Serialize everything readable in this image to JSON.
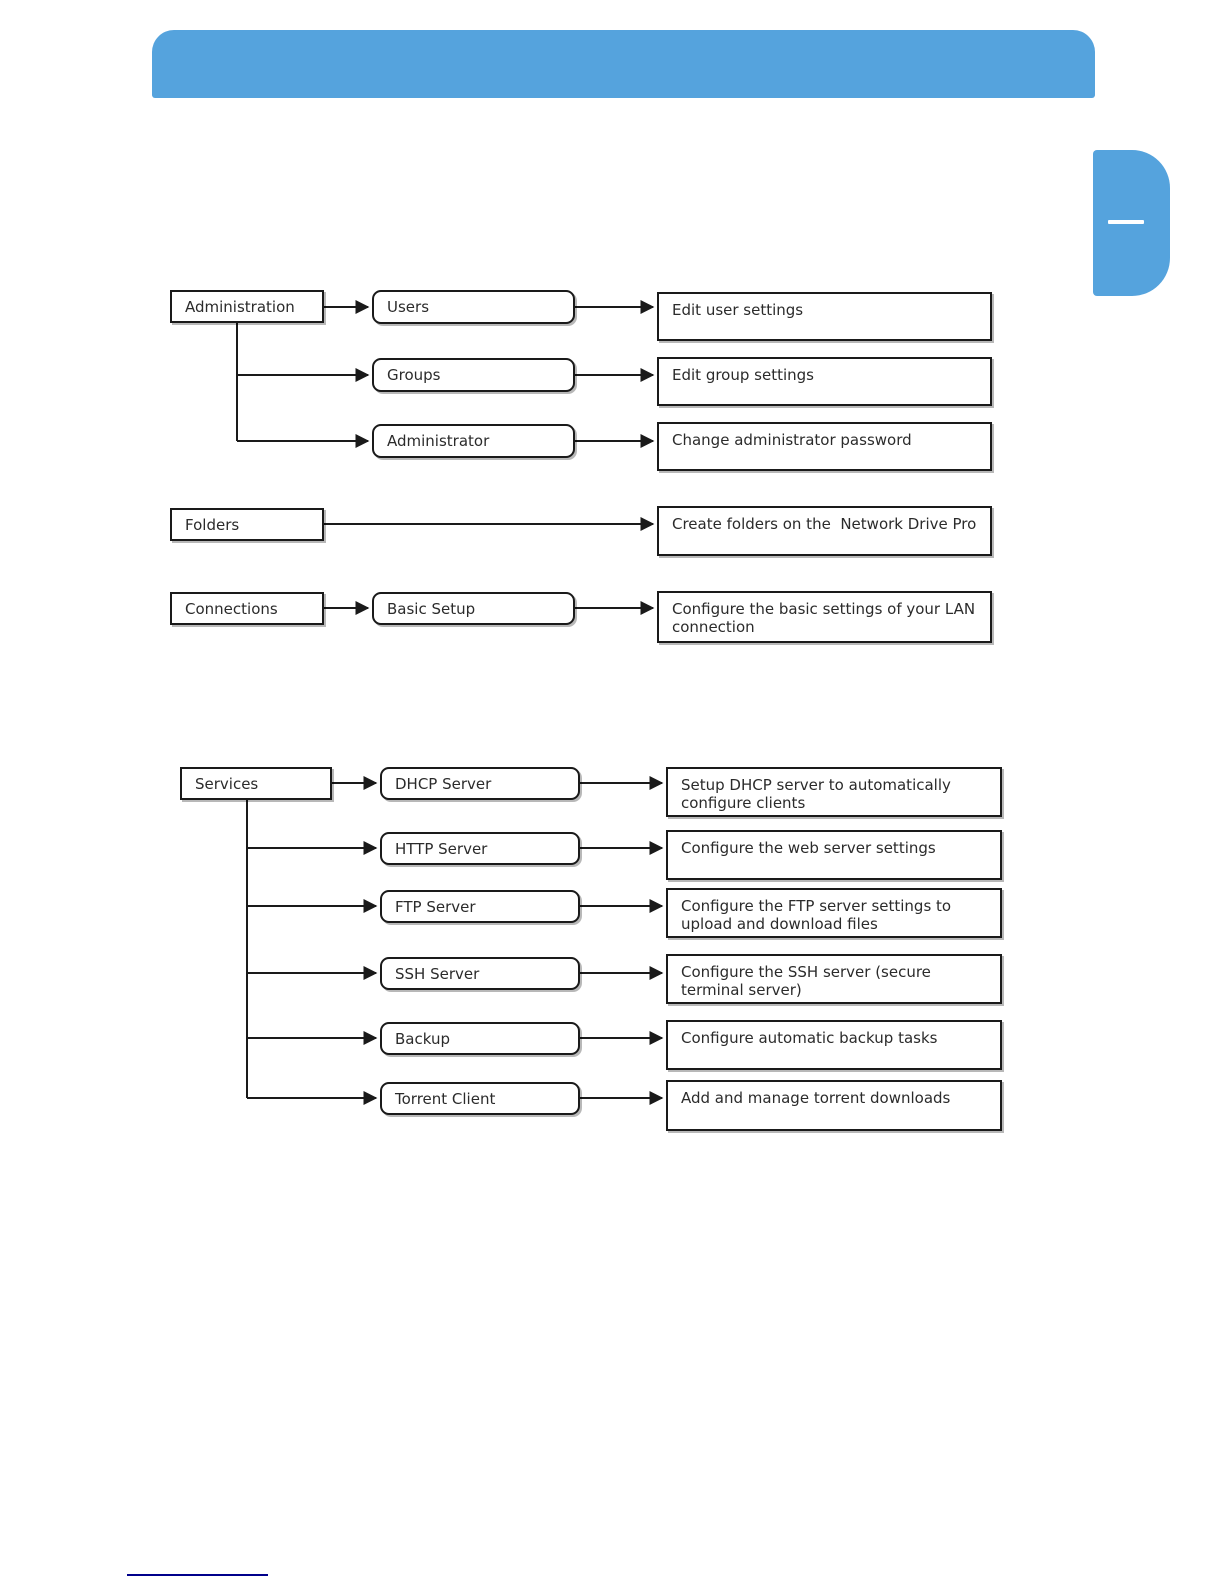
{
  "colors": {
    "accent": "#55a3dd",
    "line": "#1a1a1a",
    "text": "#2b2b2b",
    "footnote_rule": "#00008b"
  },
  "side_tab": {
    "icon": "minus"
  },
  "diagram": {
    "sections": [
      {
        "root": "Administration",
        "rows": [
          {
            "menu": "Users",
            "desc": "Edit user settings"
          },
          {
            "menu": "Groups",
            "desc": "Edit group settings"
          },
          {
            "menu": "Administrator",
            "desc": "Change administrator password"
          }
        ]
      },
      {
        "root": "Folders",
        "rows": [
          {
            "menu": "",
            "desc": "Create folders on the  Network Drive Pro"
          }
        ]
      },
      {
        "root": "Connections",
        "rows": [
          {
            "menu": "Basic Setup",
            "desc": "Configure the basic settings of your LAN connection"
          }
        ]
      },
      {
        "root": "Services",
        "rows": [
          {
            "menu": "DHCP Server",
            "desc": "Setup DHCP server to automatically configure clients"
          },
          {
            "menu": "HTTP Server",
            "desc": "Configure the web server settings"
          },
          {
            "menu": "FTP Server",
            "desc": "Configure the FTP server settings to upload and download files"
          },
          {
            "menu": "SSH Server",
            "desc": "Configure the SSH server (secure terminal server)"
          },
          {
            "menu": "Backup",
            "desc": "Configure automatic backup tasks"
          },
          {
            "menu": "Torrent Client",
            "desc": "Add and manage torrent downloads"
          }
        ]
      }
    ]
  }
}
